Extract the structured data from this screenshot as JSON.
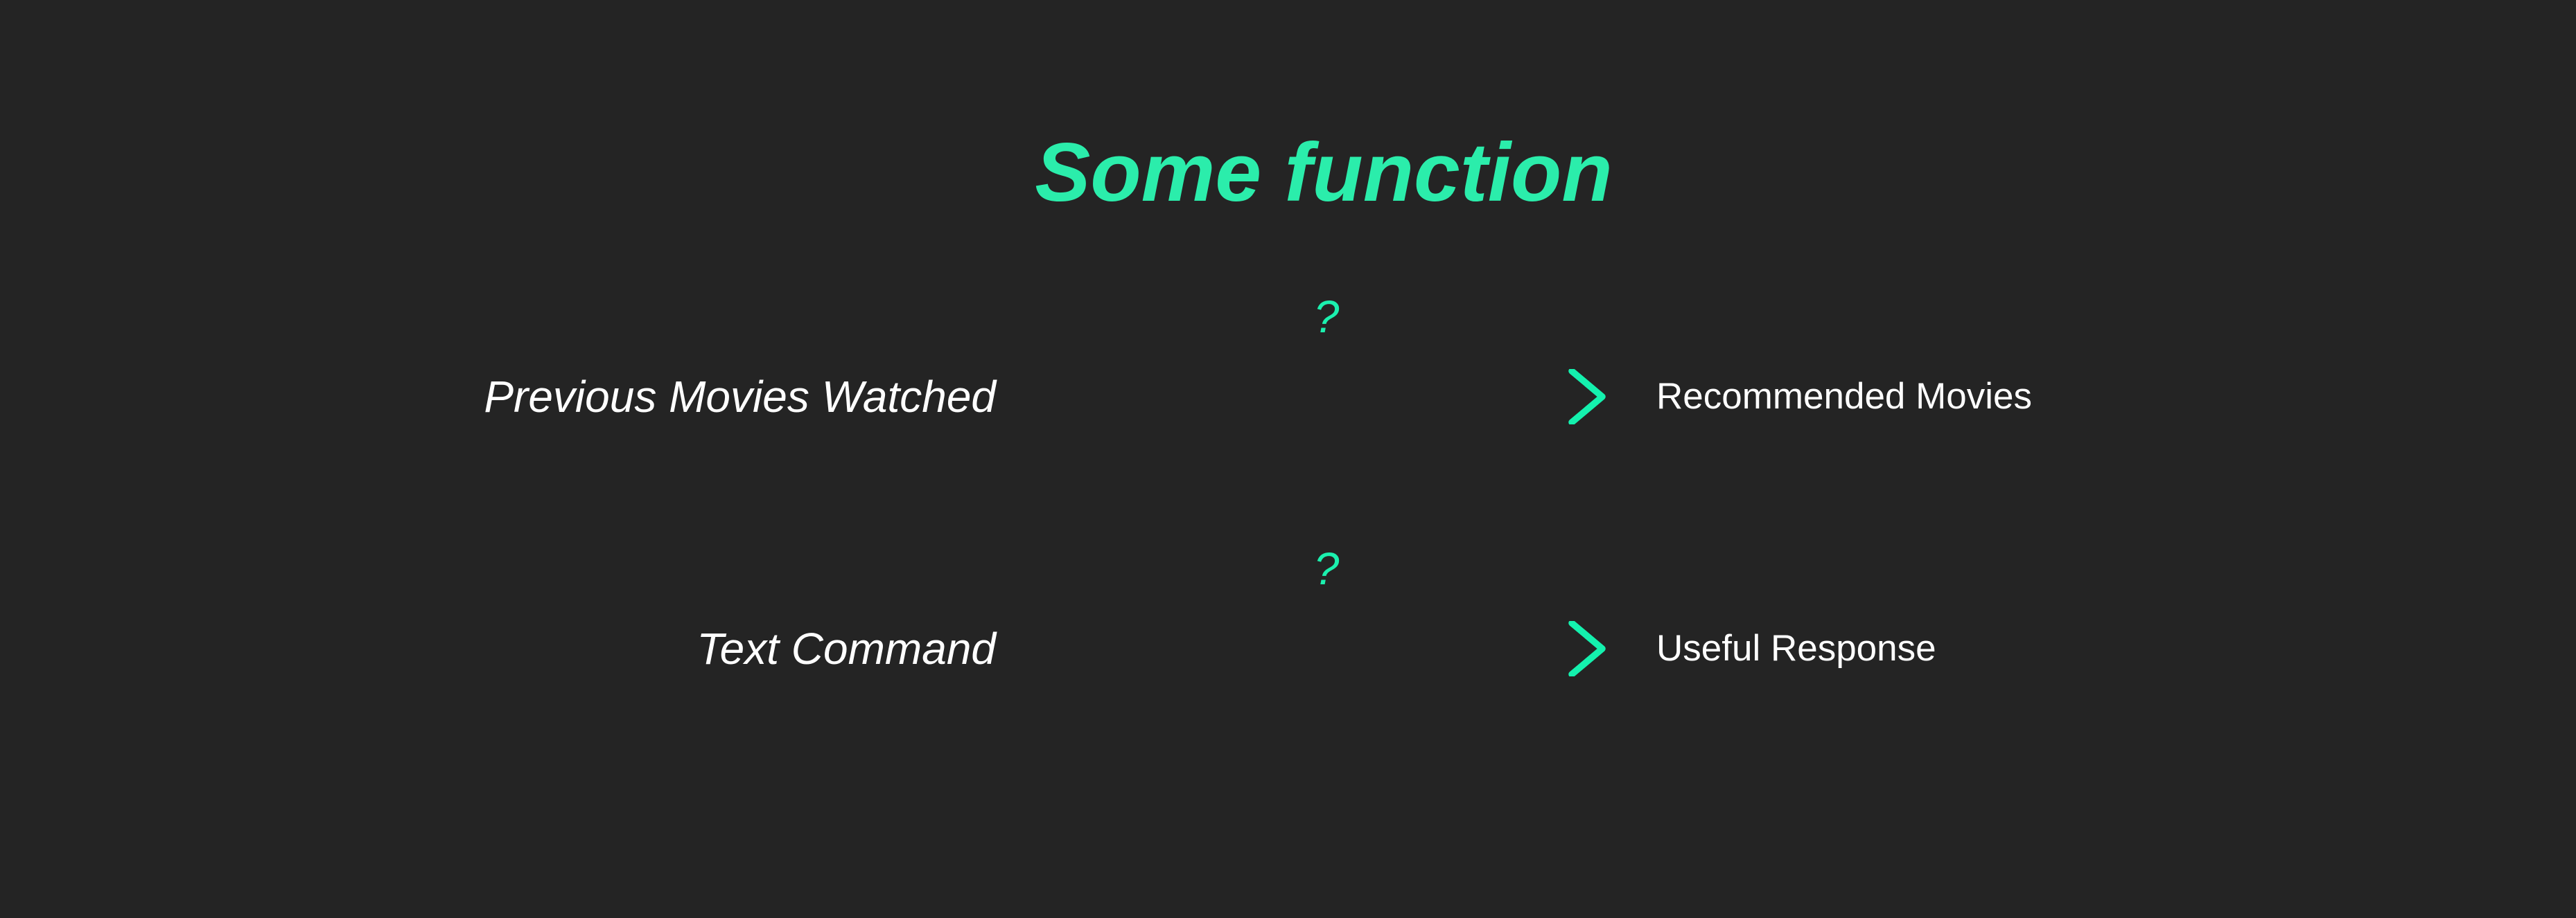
{
  "meta": {
    "background_color": "#242424",
    "accent_color": "#14f1ae",
    "title_color": "#2bedab",
    "text_color": "#ffffff"
  },
  "title": "Some function",
  "diagram": {
    "rows": [
      {
        "input": "Previous Movies Watched",
        "arrow_label": "?",
        "output": "Recommended Movies"
      },
      {
        "input": "Text Command",
        "arrow_label": "?",
        "output": "Useful Response"
      }
    ]
  }
}
